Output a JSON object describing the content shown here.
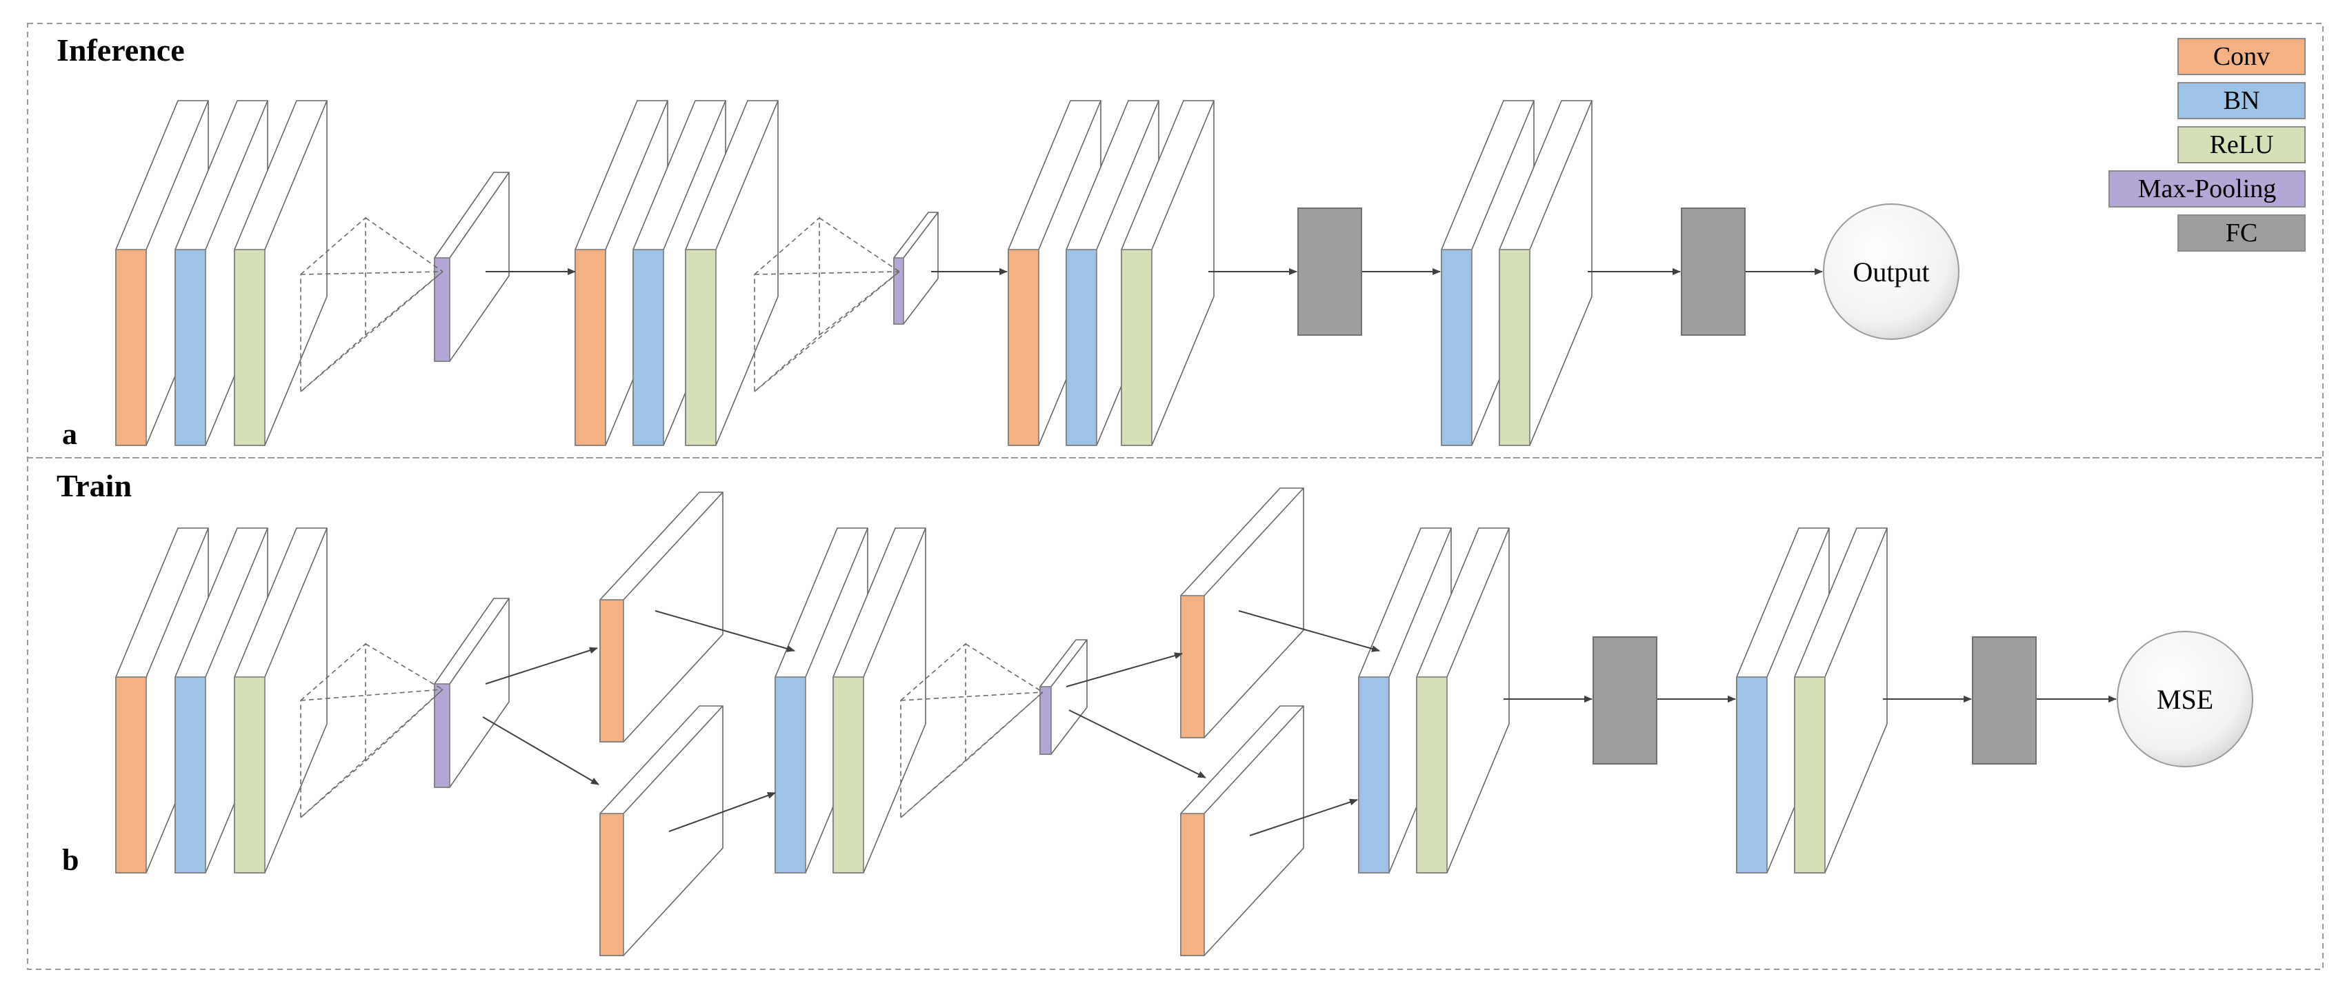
{
  "panels": [
    {
      "title": "Inference",
      "letter": "a",
      "terminal": "Output"
    },
    {
      "title": "Train",
      "letter": "b",
      "terminal": "MSE"
    }
  ],
  "legend": [
    {
      "key": "conv",
      "label": "Conv",
      "color": "#F4B183"
    },
    {
      "key": "bn",
      "label": "BN",
      "color": "#9DC3E6"
    },
    {
      "key": "relu",
      "label": "ReLU",
      "color": "#D5E0B6"
    },
    {
      "key": "maxpool",
      "label": "Max-Pooling",
      "color": "#B4A7D6"
    },
    {
      "key": "fc",
      "label": "FC",
      "color": "#9E9E9E"
    }
  ],
  "colors": {
    "border": "#9a9a9a",
    "line": "#404040",
    "dashed": "#6a6a6a",
    "plate_fill": "#ffffff"
  }
}
